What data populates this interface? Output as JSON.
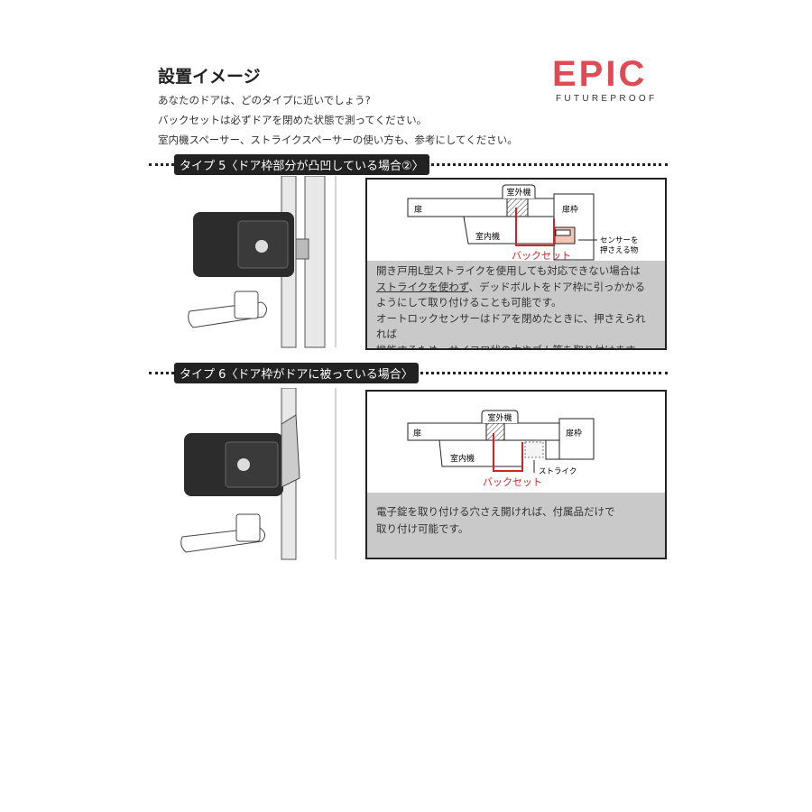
{
  "header": {
    "title": "設置イメージ",
    "intro": [
      "あなたのドアは、どのタイプに近いでしょう?",
      "バックセットは必ずドアを閉めた状態で測ってください。",
      "室内機スペーサー、ストライクスペーサーの使い方も、参考にしてください。"
    ],
    "logo": {
      "main": "EPIC",
      "sub": "FUTUREPROOF",
      "color": "#e04a55"
    }
  },
  "sections": [
    {
      "label": "タイプ 5〈ドア枠部分が凸凹している場合②〉",
      "diagram": {
        "door": "扉",
        "outdoor_unit": "室外機",
        "frame": "扉枠",
        "indoor_unit": "室内機",
        "backset": "バックセット",
        "sensor_note": [
          "センサーを",
          "押さえる物"
        ]
      },
      "description": {
        "underlined": "ストライクを使わず",
        "lines": [
          "開き戸用L型ストライクを使用しても対応できない場合は",
          "、デッドボルトをドア枠に引っかかる",
          "ようにして取り付けることも可能です。",
          "オートロックセンサーはドアを閉めたときに、押さえられれば",
          "機能するため、サイコロ状の木やゴム等を取り付けます。"
        ]
      }
    },
    {
      "label": "タイプ 6〈ドア枠がドアに被っている場合〉",
      "diagram": {
        "door": "扉",
        "outdoor_unit": "室外機",
        "frame": "扉枠",
        "indoor_unit": "室内機",
        "backset": "バックセット",
        "strike": "ストライク"
      },
      "description": {
        "lines": [
          "電子錠を取り付ける穴さえ開ければ、付属品だけで",
          "取り付け可能です。"
        ]
      }
    }
  ],
  "colors": {
    "accent_red": "#d2232a",
    "sensor_fill": "#f2c4b5",
    "panel_gray": "#c9c9c9"
  }
}
